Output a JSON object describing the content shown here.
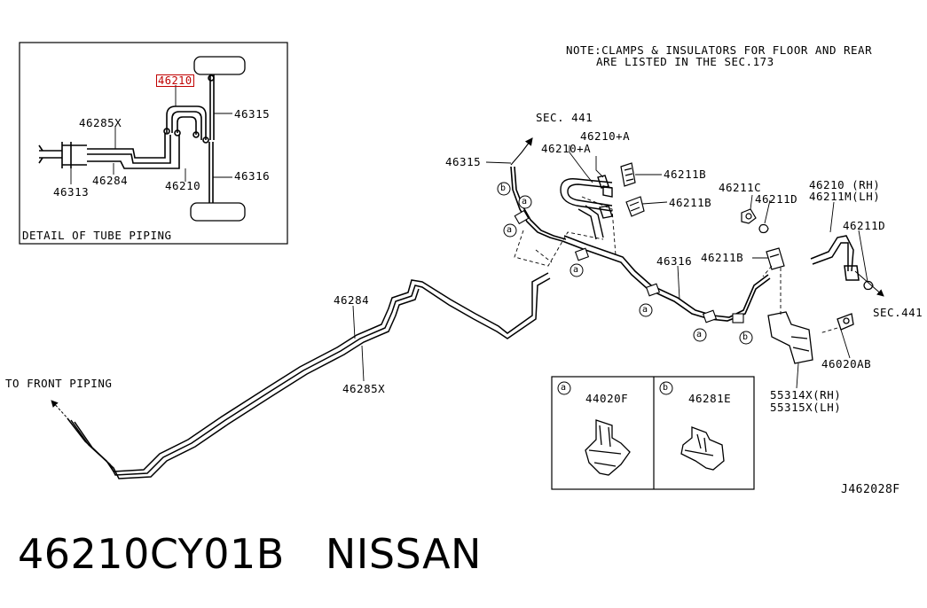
{
  "note": {
    "line1": "NOTE:CLAMPS & INSULATORS FOR FLOOR AND REAR",
    "line2": "ARE LISTED IN THE SEC.173"
  },
  "detail": {
    "title": "DETAIL OF TUBE PIPING",
    "labels": {
      "highlight": "46210",
      "l_46315": "46315",
      "l_46285x": "46285X",
      "l_46284": "46284",
      "l_46313": "46313",
      "l_46210": "46210",
      "l_46316": "46316"
    }
  },
  "main": {
    "labels": {
      "sec441_top": "SEC. 441",
      "l_46315": "46315",
      "l_46210a1": "46210+A",
      "l_46210a2": "46210+A",
      "l_46211b_1": "46211B",
      "l_46211b_2": "46211B",
      "l_46211c": "46211C",
      "l_46211d_1": "46211D",
      "l_46210rh": "46210  (RH)",
      "l_46211mlh": "46211M(LH)",
      "l_46211d_2": "46211D",
      "l_46316": "46316",
      "l_46211b_3": "46211B",
      "sec441_right": "SEC.441",
      "l_46284": "46284",
      "l_46285x": "46285X",
      "front_piping": "TO FRONT PIPING",
      "l_46020ab": "46020AB",
      "l_55314x": "55314X(RH)",
      "l_55315x": "55315X(LH)"
    },
    "callouts": [
      "a",
      "b"
    ]
  },
  "inset": {
    "a_marker": "a",
    "a_part": "44020F",
    "b_marker": "b",
    "b_part": "46281E"
  },
  "figure_code": "J462028F",
  "part": {
    "number": "46210CY01B",
    "brand": "NISSAN"
  }
}
